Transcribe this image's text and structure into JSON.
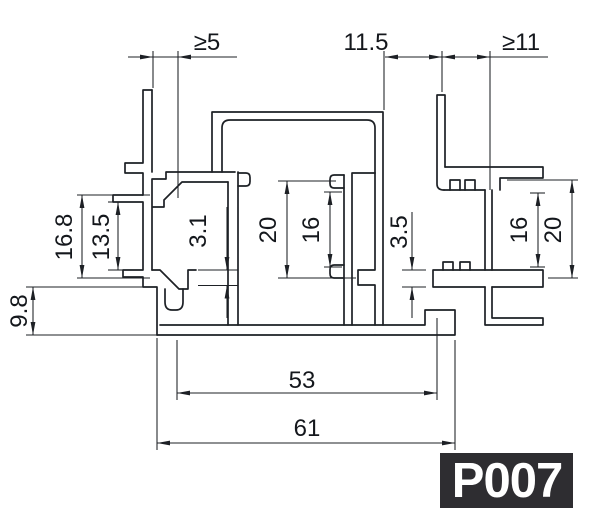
{
  "drawing": {
    "part_code": "P007",
    "dimensions": {
      "glass_gap_min": "≥5",
      "channel_width": "11.5",
      "clearance_min": "≥11",
      "left_outer_height": "16.8",
      "left_opening_height": "13.5",
      "base_height": "9.8",
      "left_lip": "3.1",
      "center_outer_height": "20",
      "center_opening_height": "16",
      "right_lip": "3.5",
      "right_opening_height": "16",
      "right_outer_height": "20",
      "inner_width": "53",
      "overall_width": "61"
    },
    "colors": {
      "line": "#1d2025",
      "badge_bg": "#2e2d31",
      "badge_text": "#ffffff",
      "background": "#ffffff"
    }
  }
}
